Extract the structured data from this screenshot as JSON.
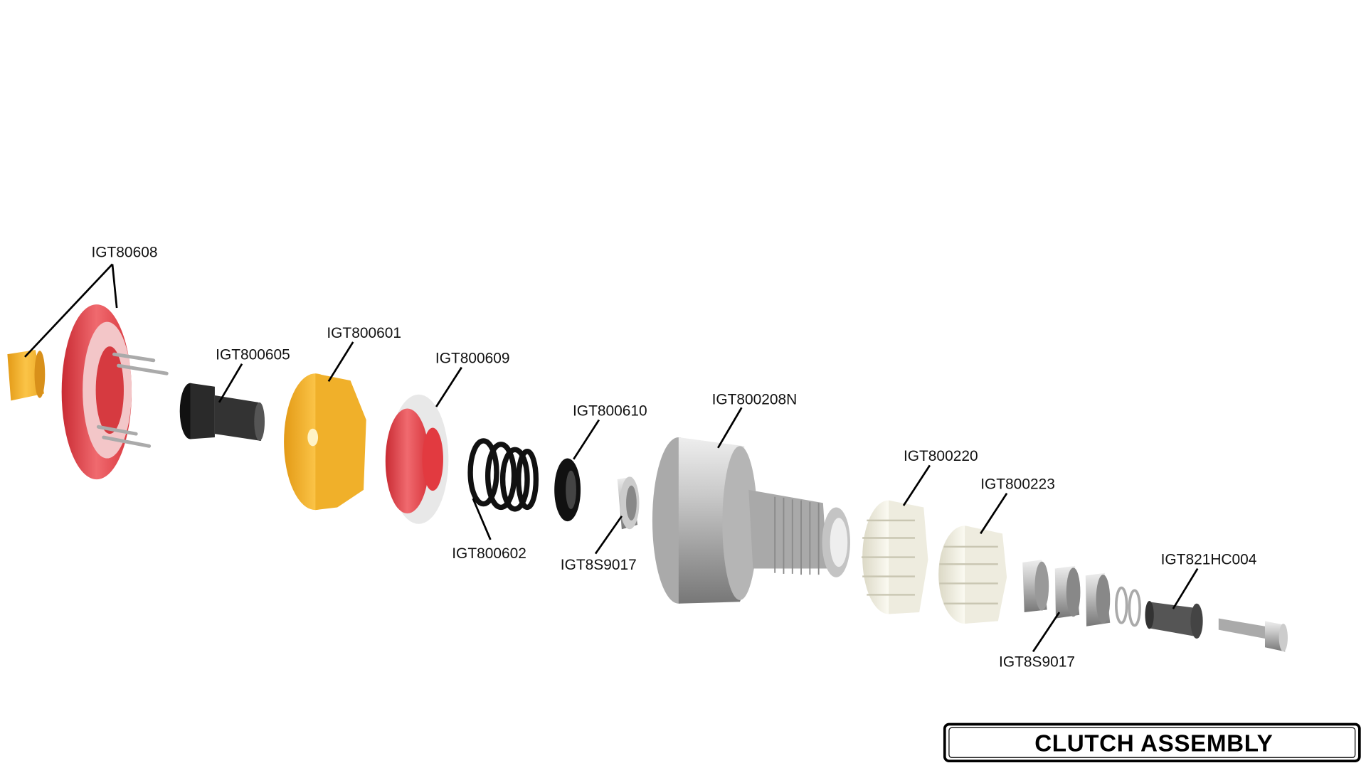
{
  "diagram": {
    "title": "CLUTCH ASSEMBLY",
    "parts": {
      "igt80608": "IGT80608",
      "igt800605": "IGT800605",
      "igt800601": "IGT800601",
      "igt800609": "IGT800609",
      "igt800610": "IGT800610",
      "igt800602": "IGT800602",
      "igt8s9017_a": "IGT8S9017",
      "igt800208n": "IGT800208N",
      "igt800220": "IGT800220",
      "igt800223": "IGT800223",
      "igt8s9017_b": "IGT8S9017",
      "igt821hc004": "IGT821HC004"
    },
    "colors": {
      "red": "#e8464c",
      "yellow": "#f2b630",
      "black": "#1a1a1a",
      "silver": "#b8b8b8",
      "cream": "#f1efe2"
    }
  }
}
